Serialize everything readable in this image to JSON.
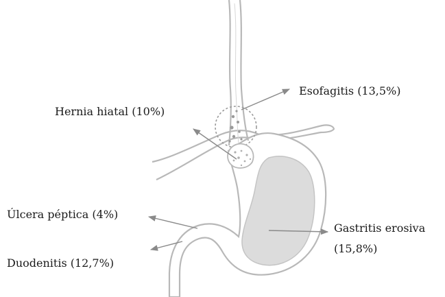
{
  "labels": {
    "esofagitis": "Esofagitis (13,5%)",
    "hernia_hiatal": "Hernia hiatal (10%)",
    "ulcera_peptica": "Úlcera péptica (4%)",
    "duodenitis": "Duodenitis (12,7%)",
    "gastritis_line1": "Gastritis erosiva",
    "gastritis_line2": "(15,8%)"
  },
  "colors": {
    "outline": "#b8b8b8",
    "stomach_fill": "#dcdcdc",
    "arrow": "#8a8a8a",
    "dots": "#9a9a9a"
  }
}
